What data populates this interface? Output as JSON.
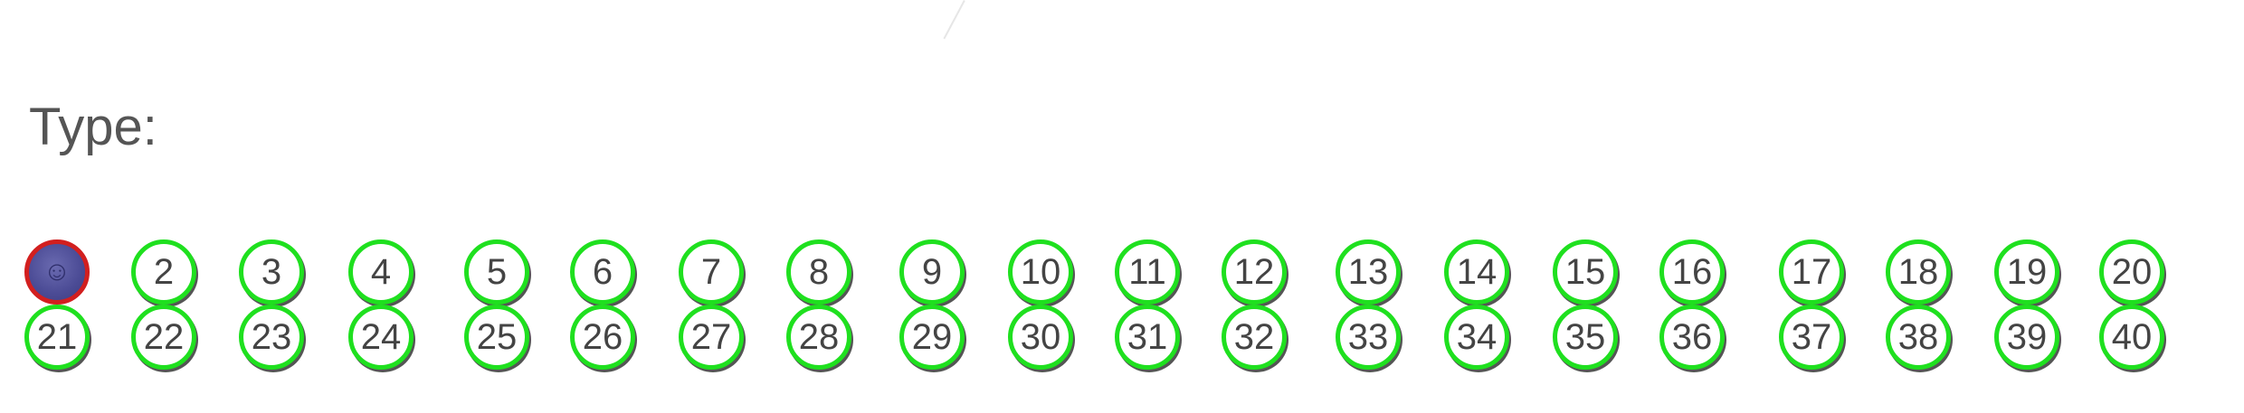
{
  "type_label": "Type:",
  "colors": {
    "ring": "#1fe01f",
    "ring_selected": "#d21f1f",
    "fill_selected": "#4b4b95",
    "text": "#444444"
  },
  "selected_index": 0,
  "selected_icon": "smiley-icon",
  "row1": [
    "",
    "2",
    "3",
    "4",
    "5",
    "6",
    "7",
    "8",
    "9",
    "10",
    "11",
    "12",
    "13",
    "14",
    "15",
    "16",
    "17",
    "18",
    "19",
    "20"
  ],
  "row2": [
    "21",
    "22",
    "23",
    "24",
    "25",
    "26",
    "27",
    "28",
    "29",
    "30",
    "31",
    "32",
    "33",
    "34",
    "35",
    "36",
    "37",
    "38",
    "39",
    "40"
  ]
}
